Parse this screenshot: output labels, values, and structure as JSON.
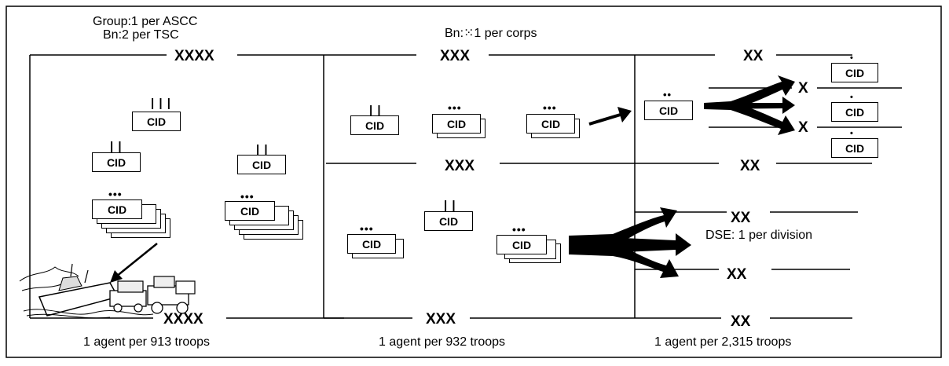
{
  "unit_label": "CID",
  "columns": {
    "theater": {
      "top_note_line1": "Group:1 per ASCC",
      "top_note_line2": "Bn:2 per TSC",
      "echelon_top": "XXXX",
      "echelon_bottom": "XXXX",
      "ratio": "1 agent per 913 troops"
    },
    "corps": {
      "top_note": "Bn:⁙1 per corps",
      "echelon_top": "XXX",
      "echelon_mid": "XXX",
      "echelon_bottom": "XXX",
      "ratio": "1 agent per 932 troops"
    },
    "division": {
      "echelon_top": "XX",
      "echelon_mid": "XX",
      "echelon_lower": "XX",
      "echelon_lower2": "XX",
      "echelon_bottom": "XX",
      "brigade_1": "X",
      "brigade_2": "X",
      "dse_note": "DSE: 1 per division",
      "ratio": "1 agent per 2,315 troops"
    }
  },
  "size_marks": {
    "group": "III",
    "battalion": "II",
    "company": "•••",
    "platoon": "••",
    "team": "•"
  },
  "illustration": "ship-and-trucks-icon"
}
